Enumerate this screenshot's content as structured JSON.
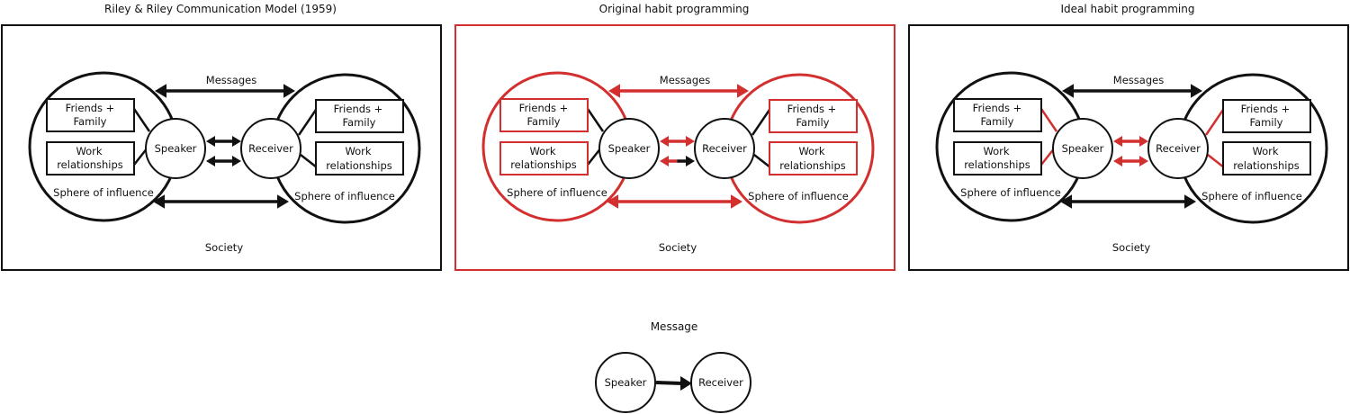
{
  "colors": {
    "black": "#111111",
    "red": "#d32f2f"
  },
  "panels": [
    {
      "id": "riley",
      "title": "Riley & Riley Communication Model (1959)",
      "frame_color": "black",
      "circle_color": "black",
      "box_color": "black",
      "messages_arrow_color": "black",
      "society_arrow_color": "black",
      "connector_color": "black",
      "upper_link": {
        "left": "black",
        "right": "black"
      },
      "lower_link": {
        "left": "black",
        "right": "black"
      }
    },
    {
      "id": "original",
      "title": "Original habit programming",
      "frame_color": "red",
      "circle_color": "red",
      "box_color": "red",
      "messages_arrow_color": "red",
      "society_arrow_color": "red",
      "connector_color": "black",
      "upper_link": {
        "left": "red",
        "right": "red"
      },
      "lower_link": {
        "left": "red",
        "right": "black"
      }
    },
    {
      "id": "ideal",
      "title": "Ideal habit programming",
      "frame_color": "black",
      "circle_color": "black",
      "box_color": "black",
      "messages_arrow_color": "black",
      "society_arrow_color": "black",
      "connector_color": "red",
      "upper_link": {
        "left": "red",
        "right": "red"
      },
      "lower_link": {
        "left": "red",
        "right": "red"
      }
    }
  ],
  "labels": {
    "messages": "Messages",
    "speaker": "Speaker",
    "receiver": "Receiver",
    "friends_line1": "Friends +",
    "friends_line2": "Family",
    "work_line1": "Work",
    "work_line2": "relationships",
    "sphere": "Sphere of influence",
    "society": "Society"
  },
  "simple_model": {
    "title": "Message",
    "speaker": "Speaker",
    "receiver": "Receiver"
  }
}
